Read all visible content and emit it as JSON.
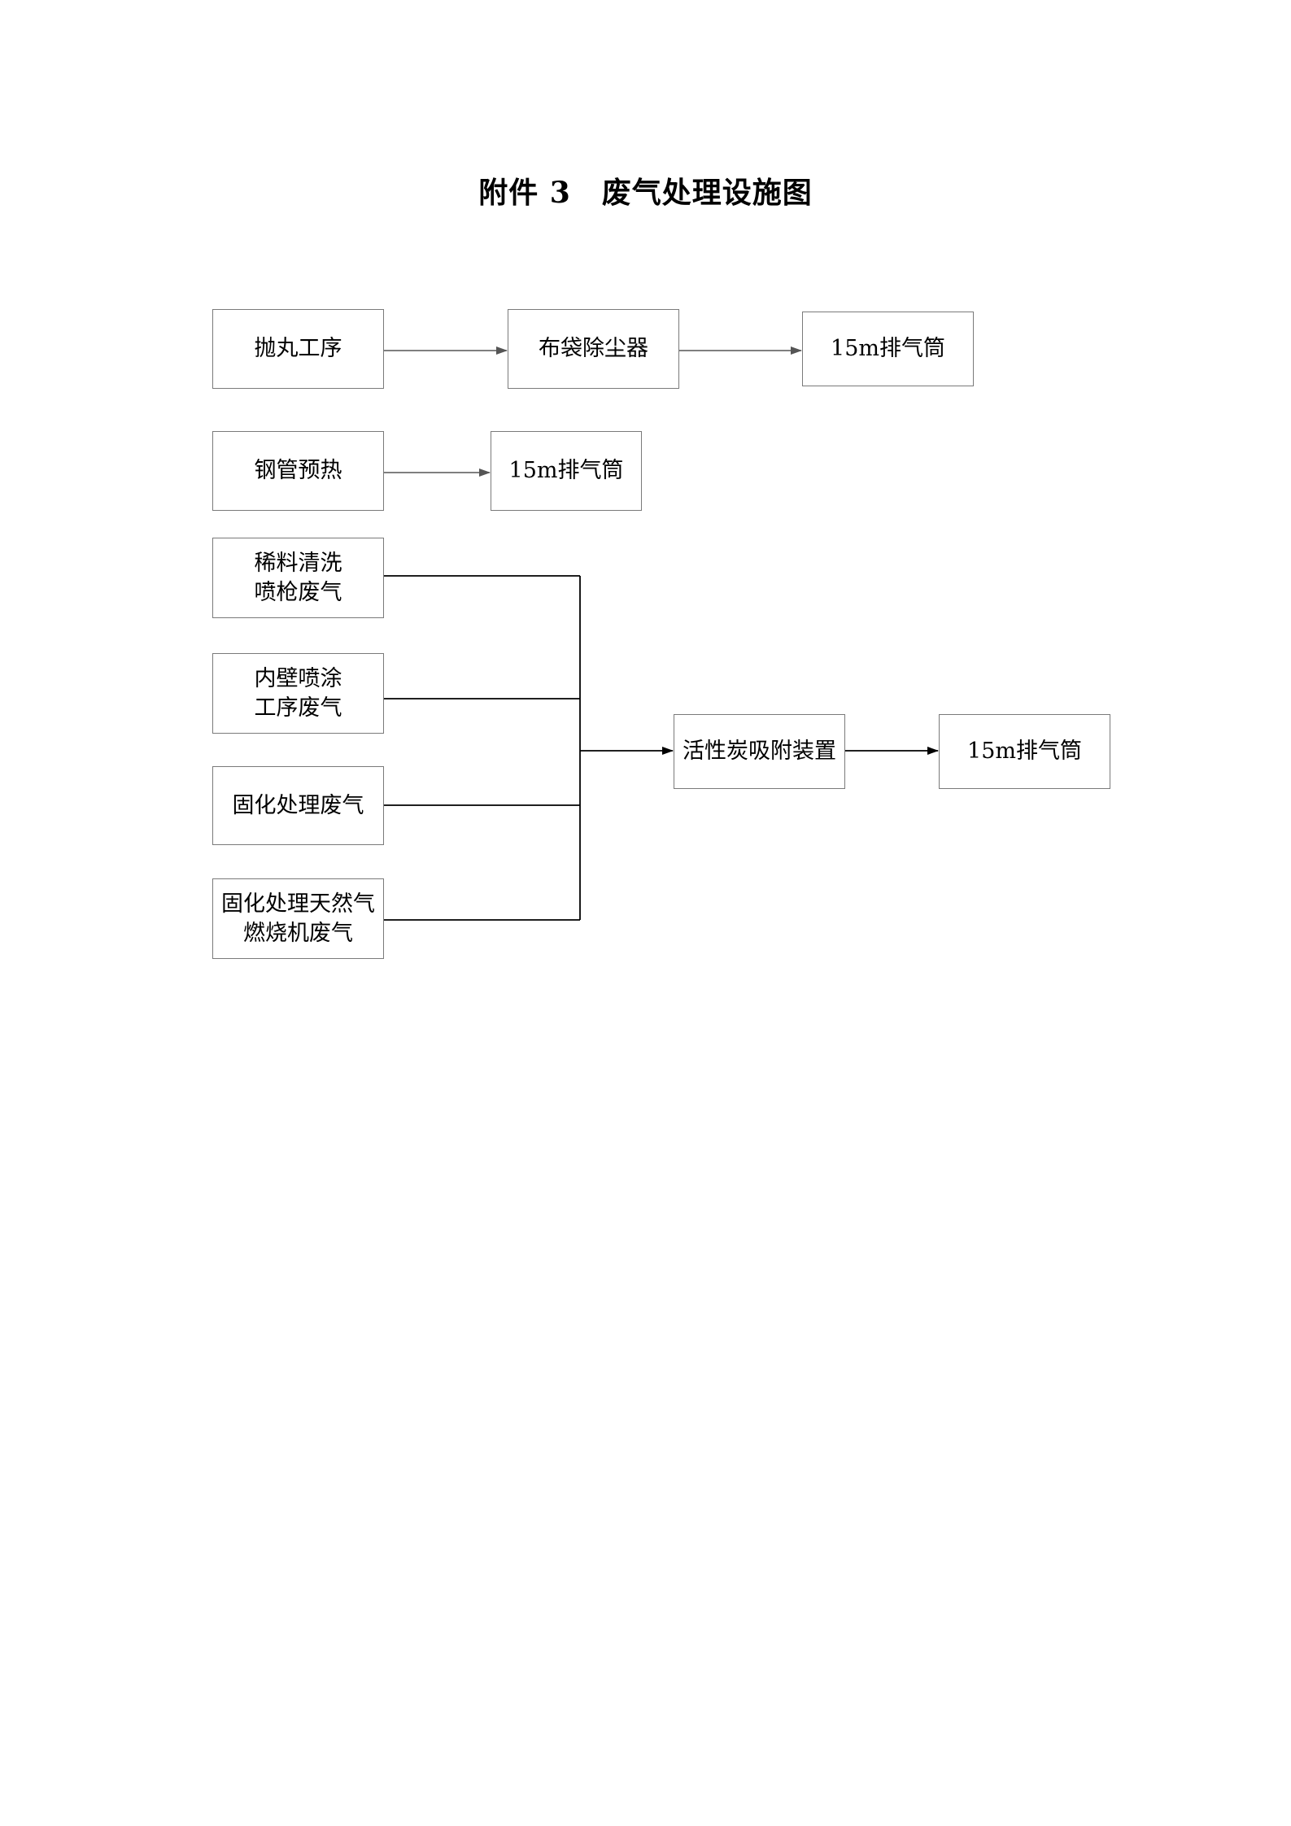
{
  "title": {
    "prefix": "附件 3",
    "text": "废气处理设施图"
  },
  "nodes": {
    "shot_blast": "抛丸工序",
    "bag_filter": "布袋除尘器",
    "stack_1": "15m排气筒",
    "pipe_preheat": "钢管预热",
    "stack_2": "15m排气筒",
    "thinner_clean": "稀料清洗\n喷枪废气",
    "inner_spray": "内壁喷涂\n工序废气",
    "curing": "固化处理废气",
    "curing_burner": "固化处理天然气\n燃烧机废气",
    "carbon_adsorb": "活性炭吸附装置",
    "stack_3": "15m排气筒"
  },
  "colors": {
    "box_border": "#7a7a7a",
    "line": "#000000",
    "arrow_gray": "#555555"
  }
}
